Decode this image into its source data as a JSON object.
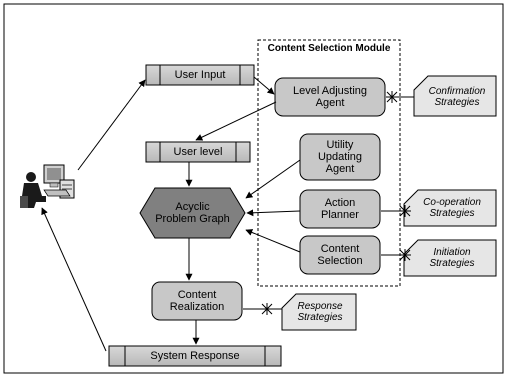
{
  "module_title": "Content Selection Module",
  "nodes": {
    "user_input": "User Input",
    "user_level": "User level",
    "system_response": "System Response",
    "level_adjusting_agent": "Level Adjusting\nAgent",
    "utility_updating_agent": "Utility\nUpdating\nAgent",
    "action_planner": "Action\nPlanner",
    "content_selection": "Content\nSelection",
    "acyclic_problem_graph": "Acyclic\nProblem Graph",
    "content_realization": "Content\nRealization"
  },
  "strategies": {
    "confirmation": "Confirmation\nStrategies",
    "cooperation": "Co-operation\nStrategies",
    "initiation": "Initiation\nStrategies",
    "response": "Response\nStrategies"
  },
  "icons": {
    "user": "computer-user-icon"
  },
  "colors": {
    "box_fill": "#c8c8c8",
    "graph_fill": "#808080",
    "stroke": "#000000"
  }
}
